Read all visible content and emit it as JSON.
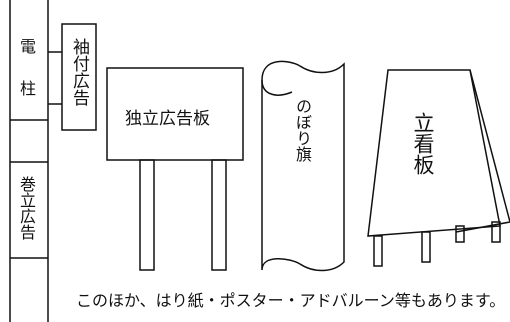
{
  "labels": {
    "pole_top": "電柱",
    "side_sign": "袖付広告",
    "wrap_ad": "巻立広告",
    "standalone": "独立広告板",
    "banner": "のぼり旗",
    "a_board": "立看板",
    "caption": "このほか、はり紙・ポスター・アドバルーン等もあります。"
  }
}
